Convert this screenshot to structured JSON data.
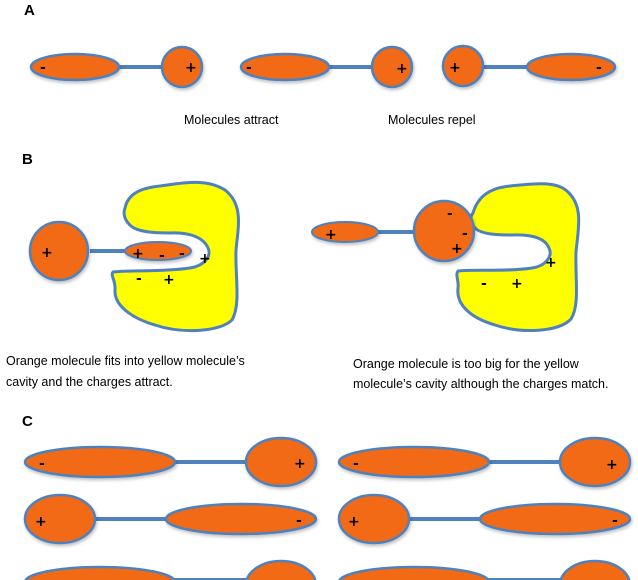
{
  "sections": {
    "a": {
      "label": "A",
      "caption_attract": "Molecules attract",
      "caption_repel": "Molecules repel"
    },
    "b": {
      "label": "B",
      "caption_left_line1": "Orange molecule fits into yellow molecule’s",
      "caption_left_line2": "cavity and the charges attract.",
      "caption_right_line1": "Orange molecule is too big for the yellow",
      "caption_right_line2": "molecule’s cavity although the charges match."
    },
    "c": {
      "label": "C"
    }
  },
  "charges": {
    "plus": "+",
    "minus": "-"
  },
  "colors": {
    "orange": "#f26a13",
    "outline": "#4f81bd",
    "yellow": "#ffff00",
    "link": "#4f81bd"
  }
}
